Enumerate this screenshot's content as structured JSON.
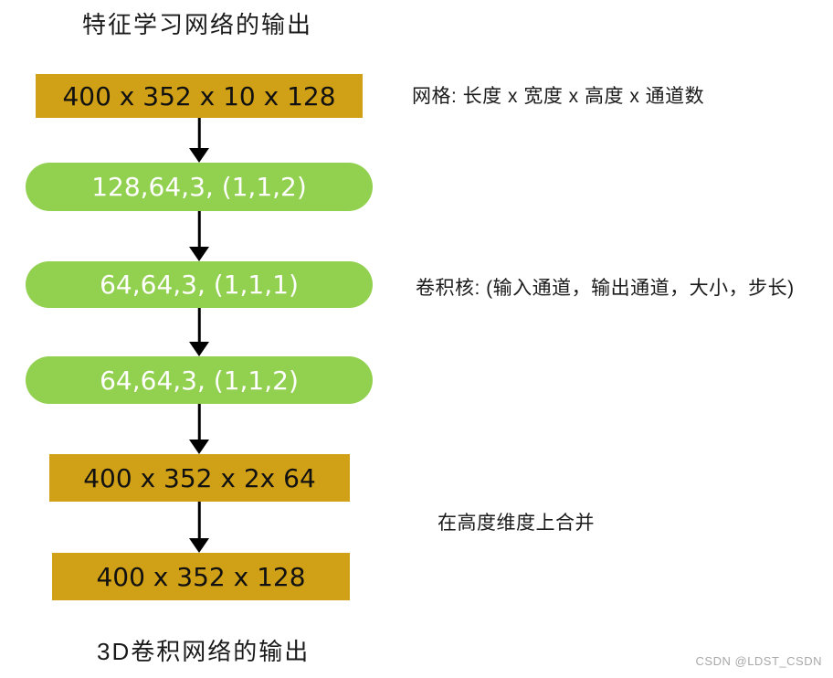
{
  "title_top": "特征学习网络的输出",
  "title_bottom": "3D卷积网络的输出",
  "flow": {
    "nodes": [
      {
        "kind": "grid-tensor",
        "label": "400 x 352 x 10 x 128"
      },
      {
        "kind": "conv-kernel",
        "label": "128,64,3, (1,1,2)"
      },
      {
        "kind": "conv-kernel",
        "label": "64,64,3, (1,1,1)"
      },
      {
        "kind": "conv-kernel",
        "label": "64,64,3, (1,1,2)"
      },
      {
        "kind": "grid-tensor",
        "label": "400 x 352 x 2x 64"
      },
      {
        "kind": "grid-tensor",
        "label": "400 x 352 x 128"
      }
    ]
  },
  "annotations": {
    "grid": "网格: 长度 x 宽度 x 高度 x 通道数",
    "kernel": "卷积核: (输入通道，输出通道，大小，步长)",
    "merge": "在高度维度上合并"
  },
  "watermark": "CSDN @LDST_CSDN",
  "colors": {
    "gold": "#D0A016",
    "green": "#92D050",
    "arrow": "#000000"
  }
}
